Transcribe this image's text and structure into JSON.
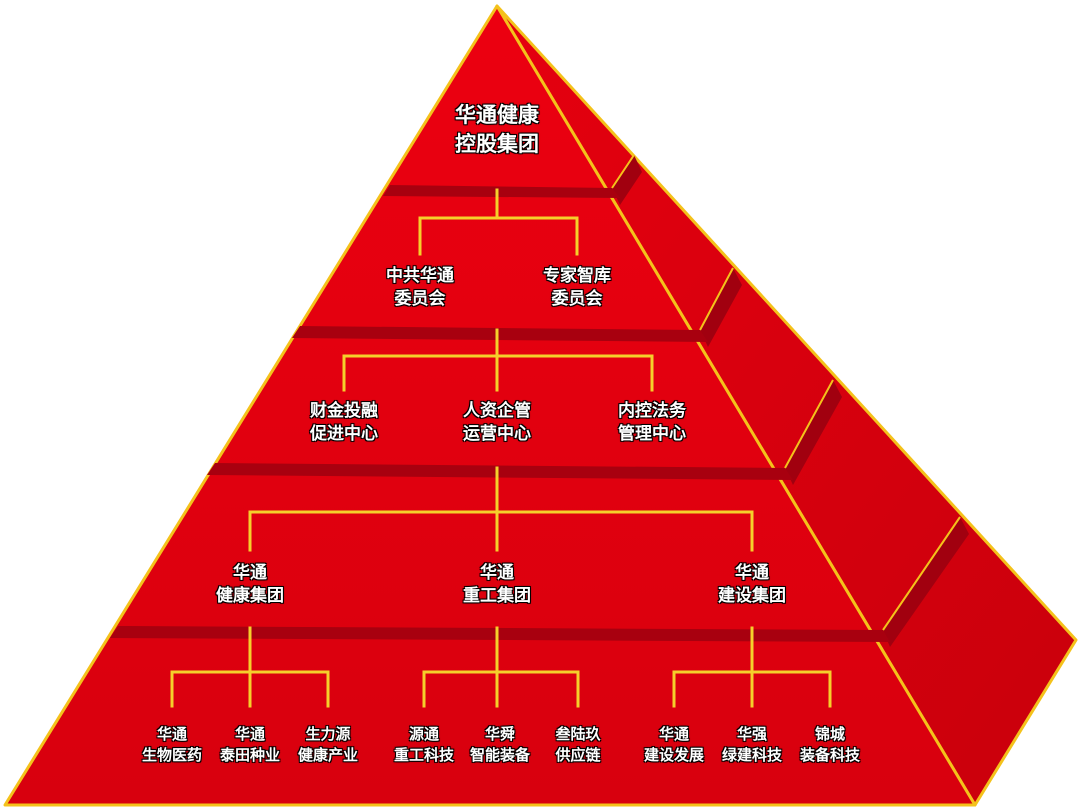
{
  "colors": {
    "face": "#e8000f",
    "face_dark": "#c4000c",
    "side": "#d7000d",
    "band_shadow": "#9a0010",
    "outline": "#f4c21b",
    "connector": "#f5cf2b",
    "text": "#ffffff"
  },
  "nodes": {
    "hq": {
      "line1": "华通健康",
      "line2": "控股集团"
    },
    "party_committee": {
      "line1": "中共华通",
      "line2": "委员会"
    },
    "expert_committee": {
      "line1": "专家智库",
      "line2": "委员会"
    },
    "finance_center": {
      "line1": "财金投融",
      "line2": "促进中心"
    },
    "hr_center": {
      "line1": "人资企管",
      "line2": "运营中心"
    },
    "legal_center": {
      "line1": "内控法务",
      "line2": "管理中心"
    },
    "health_group": {
      "line1": "华通",
      "line2": "健康集团"
    },
    "heavy_group": {
      "line1": "华通",
      "line2": "重工集团"
    },
    "construction_group": {
      "line1": "华通",
      "line2": "建设集团"
    },
    "bio_pharma": {
      "line1": "华通",
      "line2": "生物医药"
    },
    "taitian_seed": {
      "line1": "华通",
      "line2": "泰田种业"
    },
    "health_industry": {
      "line1": "生力源",
      "line2": "健康产业"
    },
    "yuantong_tech": {
      "line1": "源通",
      "line2": "重工科技"
    },
    "huashun_equip": {
      "line1": "华舜",
      "line2": "智能装备"
    },
    "supply_chain": {
      "line1": "叁陆玖",
      "line2": "供应链"
    },
    "construction_dev": {
      "line1": "华通",
      "line2": "建设发展"
    },
    "green_tech": {
      "line1": "华强",
      "line2": "绿建科技"
    },
    "jincheng_tech": {
      "line1": "锦城",
      "line2": "装备科技"
    }
  }
}
